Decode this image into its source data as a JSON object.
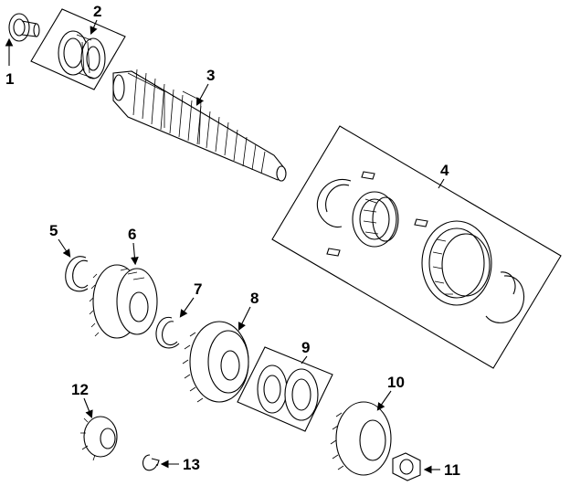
{
  "callouts": [
    "1",
    "2",
    "3",
    "4",
    "5",
    "6",
    "7",
    "8",
    "9",
    "10",
    "11",
    "12",
    "13"
  ]
}
